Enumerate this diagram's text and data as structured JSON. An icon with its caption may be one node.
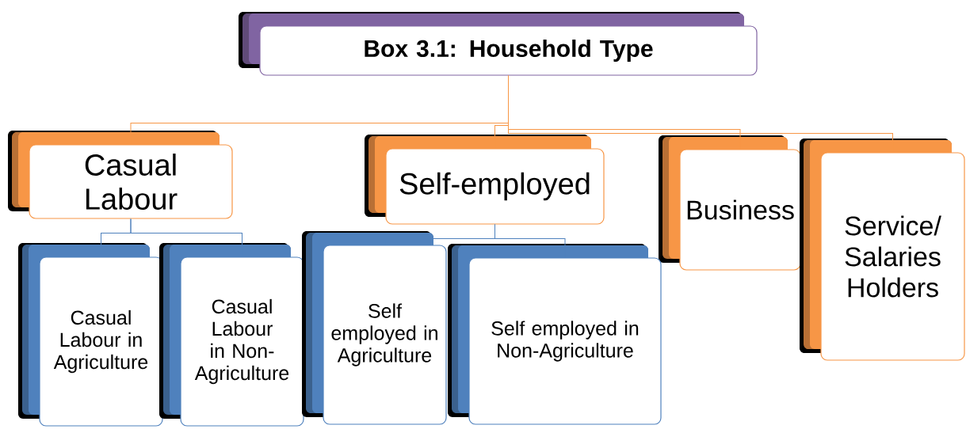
{
  "diagram": {
    "nodes": [
      {
        "text": [
          "Box 3.1: Household Type"
        ]
      },
      {
        "text": [
          "Casual Labour"
        ]
      },
      {
        "text": [
          "Self-employed"
        ]
      },
      {
        "text": [
          "Business"
        ]
      },
      {
        "text": [
          "Service/ Salaries Holders"
        ]
      },
      {
        "text": [
          "Casual Labour in Agriculture"
        ]
      },
      {
        "text": [
          "Casual Labour in Non-Agriculture"
        ]
      },
      {
        "text": [
          "Self employed in Agriculture"
        ]
      },
      {
        "text": [
          "Self employed in Non-Agriculture"
        ]
      }
    ],
    "edges": [
      {
        "from": 0,
        "to": 1,
        "arrow": "none"
      },
      {
        "from": 0,
        "to": 2,
        "arrow": "none"
      },
      {
        "from": 0,
        "to": 3,
        "arrow": "none"
      },
      {
        "from": 0,
        "to": 4,
        "arrow": "none"
      },
      {
        "from": 1,
        "to": 5,
        "arrow": "none",
        "color": "#4f81bd"
      },
      {
        "from": 1,
        "to": 6,
        "arrow": "none",
        "color": "#4f81bd"
      },
      {
        "from": 2,
        "to": 7,
        "arrow": "none",
        "color": "#4f81bd"
      },
      {
        "from": 2,
        "to": 8,
        "arrow": "none",
        "color": "#4f81bd"
      }
    ]
  }
}
